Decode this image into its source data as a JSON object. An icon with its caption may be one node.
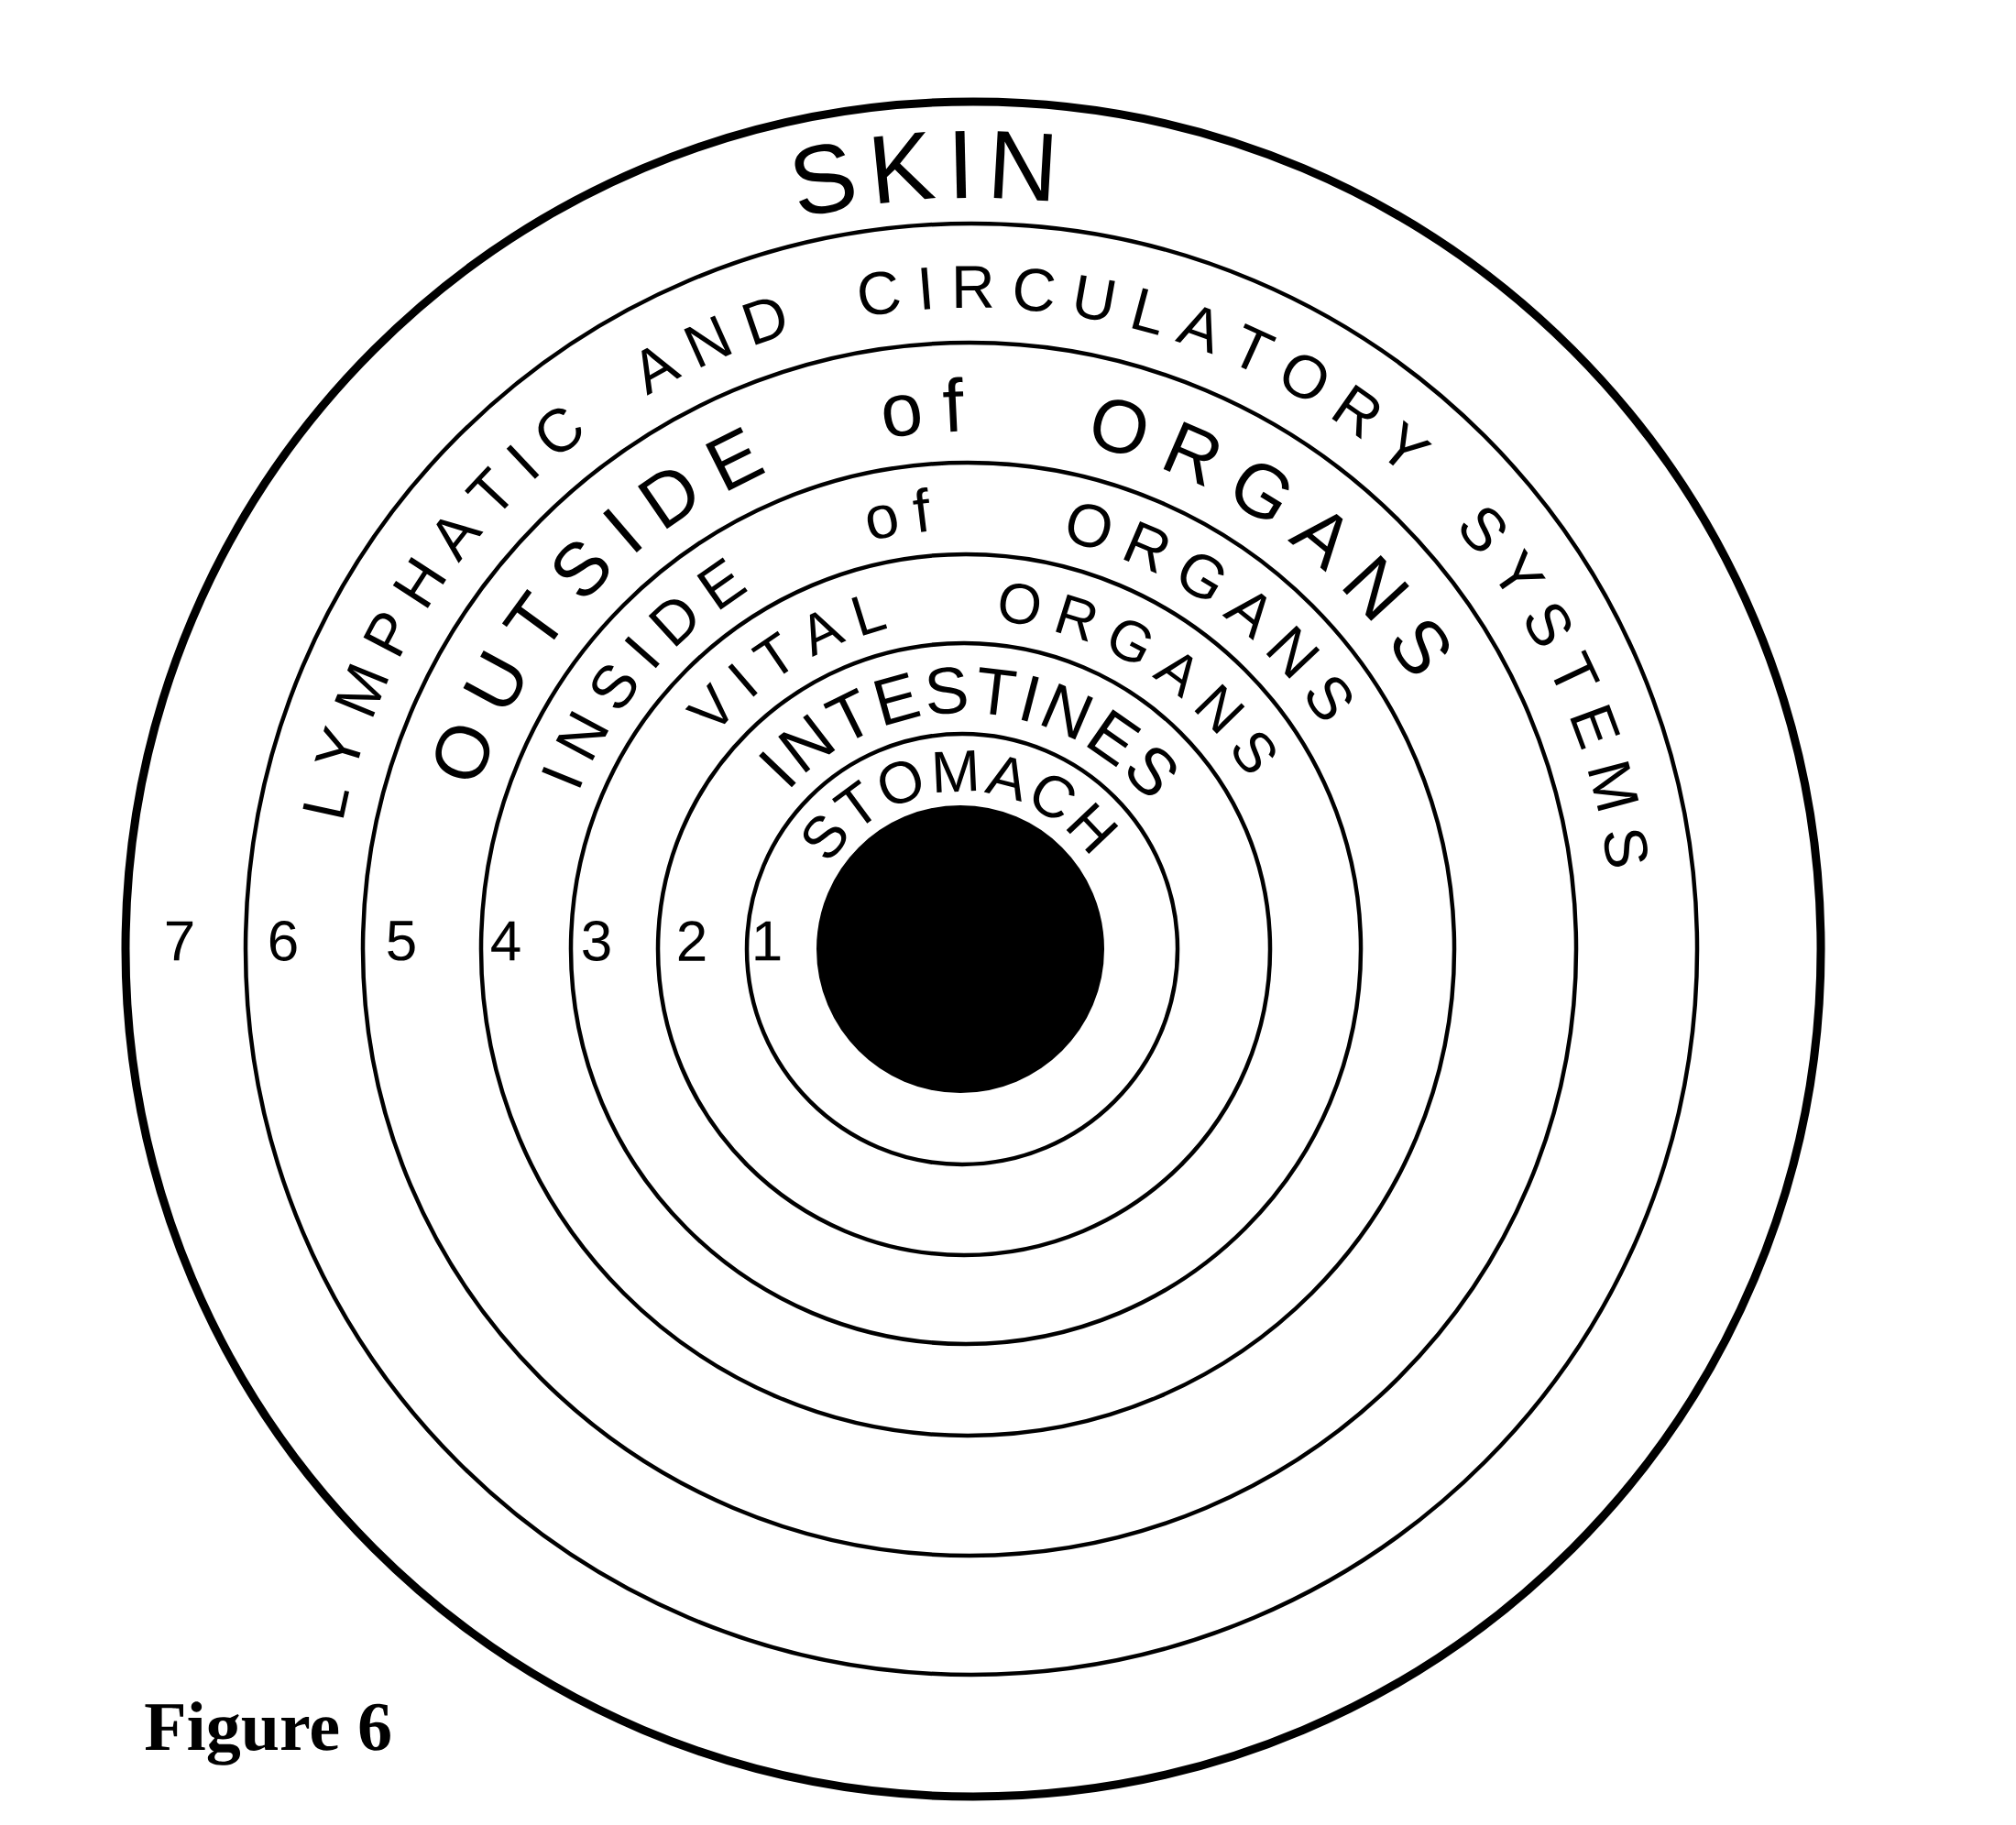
{
  "diagram": {
    "caption": "Figure 6",
    "nodes": [
      {
        "text": [],
        "shape": "circle"
      },
      {
        "text": [],
        "shape": "circle",
        "in": 0
      },
      {
        "text": [],
        "shape": "circle",
        "in": 1
      },
      {
        "text": [],
        "shape": "circle",
        "in": 2
      },
      {
        "text": [],
        "shape": "circle",
        "in": 3
      },
      {
        "text": [],
        "shape": "circle",
        "in": 4
      },
      {
        "text": [],
        "shape": "circle",
        "in": 5
      },
      {
        "text": [],
        "shape": "circle",
        "in": 6
      }
    ],
    "labels": [
      "SKIN",
      "LYMPHATIC AND CIRCULATORY SYSTEMS",
      "OUTSIDE of ORGANS",
      "INSIDE of ORGANS",
      "VITAL ORGANS",
      "INTESTINES",
      "STOMACH",
      "7",
      "6",
      "5",
      "4",
      "3",
      "2",
      "1"
    ]
  }
}
